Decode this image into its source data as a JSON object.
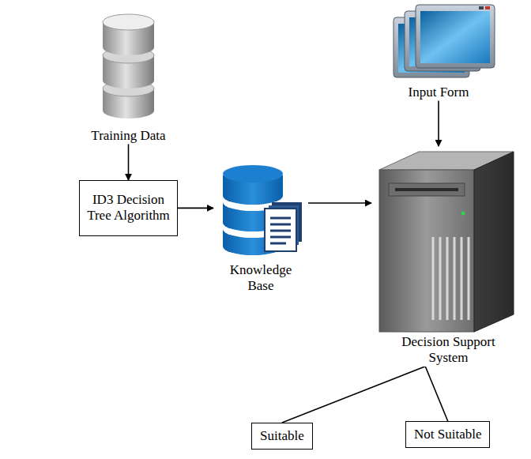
{
  "diagram": {
    "nodes": [
      {
        "text": [
          "Training Data"
        ]
      },
      {
        "text": [
          "ID3 Decision Tree Algorithm"
        ]
      },
      {
        "text": [
          "Knowledge Base"
        ]
      },
      {
        "text": [
          "Input Form"
        ]
      },
      {
        "text": [
          "Decision Support System"
        ]
      },
      {
        "text": [
          "Suitable"
        ]
      },
      {
        "text": [
          "Not Suitable"
        ]
      }
    ],
    "edges": [
      {
        "from": 0,
        "to": 1,
        "arrow": "to"
      },
      {
        "from": 1,
        "to": 2,
        "arrow": "to"
      },
      {
        "from": 2,
        "to": 4,
        "arrow": "to"
      },
      {
        "from": 3,
        "to": 4,
        "arrow": "to"
      },
      {
        "from": 4,
        "to": 5,
        "arrow": "none"
      },
      {
        "from": 4,
        "to": 6,
        "arrow": "none"
      }
    ]
  }
}
